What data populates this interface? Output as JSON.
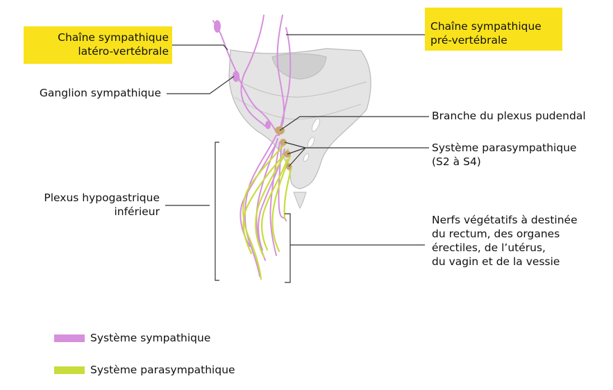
{
  "labels": {
    "chaine_latero": [
      "Chaîne sympathique",
      "latéro-vertébrale"
    ],
    "chaine_pre": [
      "Chaîne sympathique",
      "pré-vertébrale"
    ],
    "ganglion": "Ganglion sympathique",
    "branche_pudendal": "Branche du plexus pudendal",
    "parasympathique": [
      "Système parasympathique",
      "(S2 à S4)"
    ],
    "plexus_hypogastrique": [
      "Plexus hypogastrique",
      "inférieur"
    ],
    "nerfs_vegetatifs": [
      "Nerfs végétatifs à destinée",
      "du rectum, des organes",
      "érectiles, de l’utérus,",
      "du vagin et de la vessie"
    ]
  },
  "legend": [
    {
      "label": "Système sympathique",
      "color": "#d68fdc"
    },
    {
      "label": "Système parasympathique",
      "color": "#c8dc3c"
    }
  ],
  "colors": {
    "highlight": "#f9e21b",
    "bone": "#e4e4e4",
    "bone_dark": "#cfcfcf",
    "sympathetic": "#d68fdc",
    "parasympathetic": "#c8dc3c",
    "pudendal": "#c9a772"
  }
}
